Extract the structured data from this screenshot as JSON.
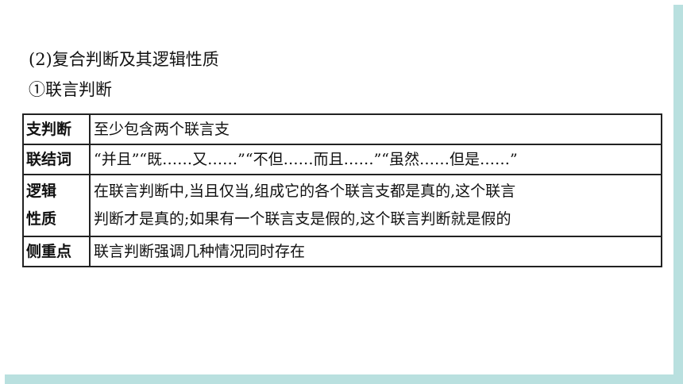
{
  "headings": {
    "section": "(2)复合判断及其逻辑性质",
    "subsection": "①联言判断"
  },
  "table": {
    "rows": [
      {
        "key": "支判断",
        "value_lines": [
          "至少包含两个联言支"
        ]
      },
      {
        "key": "联结词",
        "value_lines": [
          "“并且”“既……又……”“不但……而且……”“虽然……但是……”"
        ]
      },
      {
        "key_lines": [
          "逻辑",
          "性质"
        ],
        "value_lines": [
          "在联言判断中,当且仅当,组成它的各个联言支都是真的,这个联言",
          "判断才是真的;如果有一个联言支是假的,这个联言判断就是假的"
        ]
      },
      {
        "key": "侧重点",
        "value_lines": [
          "联言判断强调几种情况同时存在"
        ]
      }
    ]
  },
  "colors": {
    "frame_border": "#b9e0df",
    "table_border": "#222222",
    "text": "#111111"
  }
}
